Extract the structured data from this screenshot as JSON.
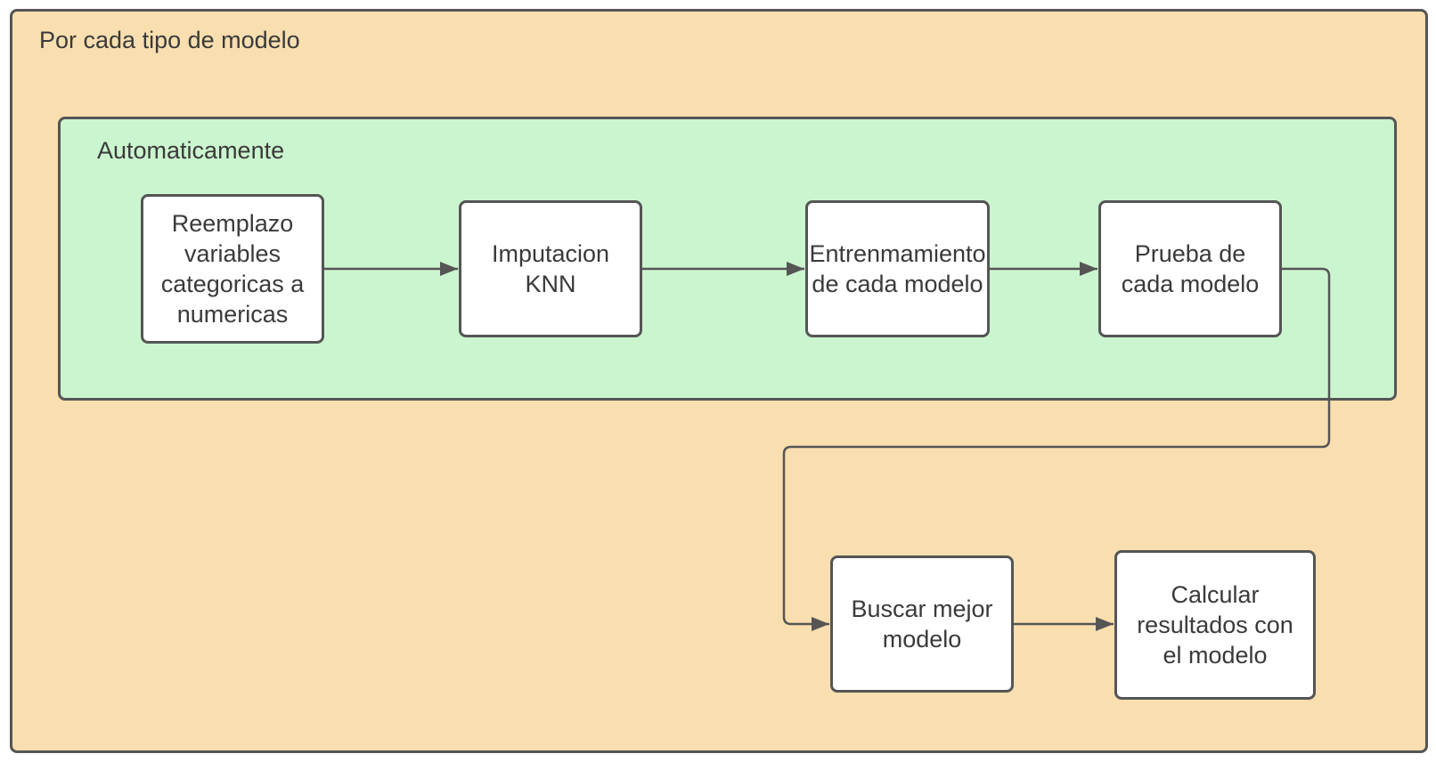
{
  "outer_container": {
    "title": "Por cada tipo de modelo"
  },
  "inner_container": {
    "title": "Automaticamente"
  },
  "steps": {
    "reemplazo": "Reemplazo variables categoricas a numericas",
    "imputacion": "Imputacion KNN",
    "entrenamiento": "Entrenmamiento de cada modelo",
    "prueba": "Prueba de cada modelo",
    "buscar": "Buscar mejor modelo",
    "calcular": "Calcular resultados con el modelo"
  },
  "colors": {
    "outer_fill": "#f9deaf",
    "inner_fill": "#cbf5cf",
    "box_fill": "#ffffff",
    "stroke": "#555555",
    "text": "#3a3a3a"
  }
}
